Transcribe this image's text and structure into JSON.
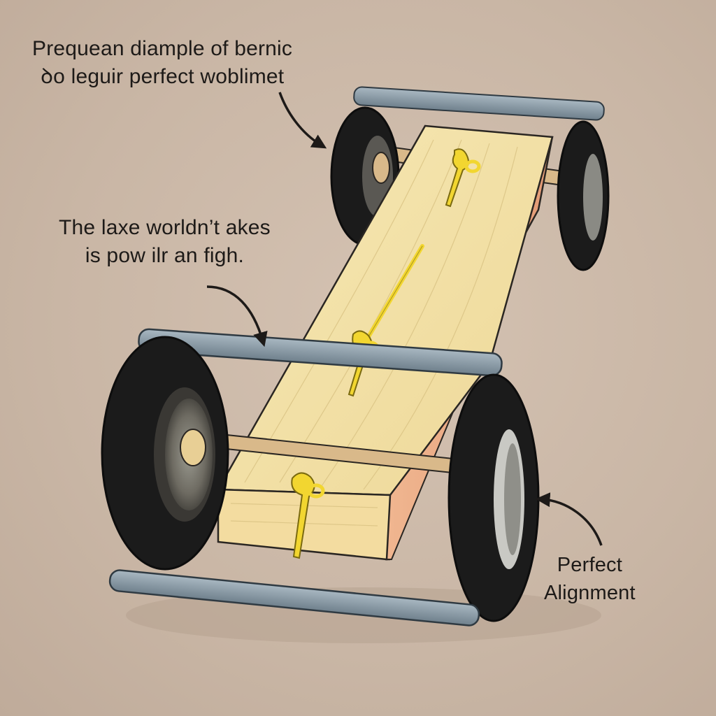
{
  "callouts": {
    "top": {
      "line1": "Prequean diample of bernic",
      "line2": "ꝺo leguir perfect woblimet"
    },
    "middle": {
      "line1": "The laxe worldn’t akes",
      "line2": "is pow ilr an figh."
    },
    "right": {
      "line1": "Perfect",
      "line2": "Alignment"
    }
  },
  "colors": {
    "background": "#cbb8a8",
    "board_top": "#f1e1a6",
    "board_side": "#e9a985",
    "board_front": "#f3dca0",
    "tire": "#1b1b1b",
    "hub": "#8a8a84",
    "axle_rod": "#8596a3",
    "eye_hook": "#f2d630",
    "ink": "#1d1a18"
  },
  "icons": [
    "curved-arrow-icon"
  ]
}
